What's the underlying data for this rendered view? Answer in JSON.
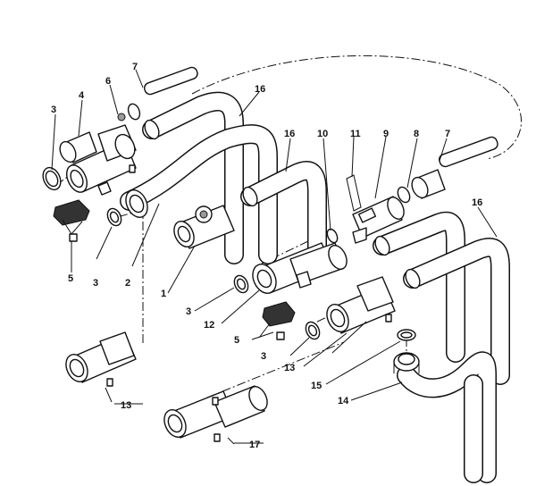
{
  "labels": {
    "l1": "1",
    "l2": "2",
    "l3a": "3",
    "l3b": "3",
    "l3c": "3",
    "l3d": "3",
    "l4": "4",
    "l5a": "5",
    "l5b": "5",
    "l6": "6",
    "l7a": "7",
    "l7b": "7",
    "l8": "8",
    "l9": "9",
    "l10": "10",
    "l11": "11",
    "l12": "12",
    "l13a": "13",
    "l13b": "13",
    "l14": "14",
    "l15": "15",
    "l16a": "16",
    "l16b": "16",
    "l16c": "16",
    "l17": "17"
  }
}
